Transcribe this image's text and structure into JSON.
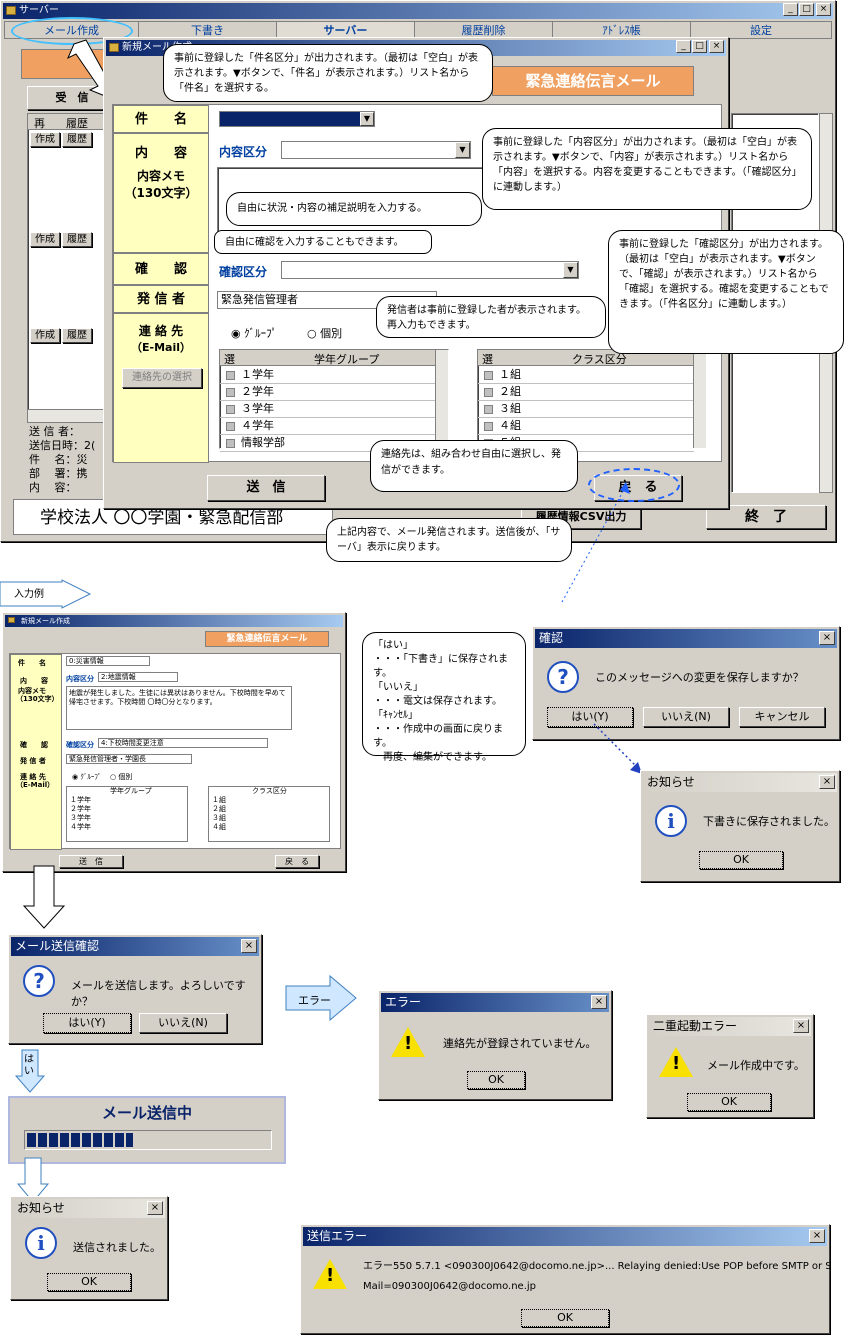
{
  "main_window": {
    "title": "サーバー",
    "tabs": [
      "メール作成",
      "下書き",
      "サーバー",
      "履歴削除",
      "ｱﾄﾞﾚｽ帳",
      "設定"
    ],
    "receive_label": "受　信",
    "col_headers": [
      "再",
      "履歴"
    ],
    "row_labels": [
      "作成",
      "履歴"
    ],
    "detail_lines": [
      "送 信 者：",
      "送信日時：2(",
      "件　 名：災",
      "部　 署：携",
      "内　 容："
    ],
    "footer_title": "学校法人 〇〇学園・緊急配信部",
    "csv_button": "履歴情報CSV出力",
    "exit_button": "終　了"
  },
  "compose": {
    "title": "新規メール作成",
    "header_banner": "緊急連絡伝言メール",
    "labels": {
      "subject": "件　　名",
      "content": "内　　容",
      "memo": "内容メモ",
      "memo_limit": "（130文字）",
      "confirm": "確　　認",
      "sender": "発 信 者",
      "contact": "連 絡 先",
      "contact_sub": "（E-Mail）"
    },
    "content_category_label": "内容区分",
    "confirm_category_label": "確認区分",
    "sender_value": "緊急発信管理者",
    "radio_group": "ｸﾞﾙｰﾌﾟ",
    "radio_individual": "個別",
    "select_contact_button": "連絡先の選択",
    "col_select": "選",
    "group_header": "学年グループ",
    "class_header": "クラス区分",
    "groups": [
      "１学年",
      "２学年",
      "３学年",
      "４学年",
      "情報学部"
    ],
    "classes": [
      "１組",
      "２組",
      "３組",
      "４組",
      "５組"
    ],
    "send_button": "送　信",
    "back_button": "戻　る"
  },
  "callouts": {
    "subject": "事前に登録した「件名区分」が出力されます。（最初は「空白」が表示されます。▼ボタンで、「件名」が表示されます。）リスト名から「件名」を選択する。",
    "content": "事前に登録した「内容区分」が出力されます。（最初は「空白」が表示されます。▼ボタンで、「内容」が表示されます。）リスト名から「内容」を選択する。内容を変更することもできます。（「確認区分」に連動します。）",
    "memo": "自由に状況・内容の補足説明を入力する。",
    "confirm_free": "自由に確認を入力することもできます。",
    "confirm": "事前に登録した「確認区分」が出力されます。（最初は「空白」が表示されます。▼ボタンで、「確認」が表示されます。）リスト名から「確認」を選択する。確認を変更することもできます。（「件名区分」に連動します。）",
    "sender": "発信者は事前に登録した者が表示されます。再入力もできます。",
    "contacts": "連絡先は、組み合わせ自由に選択し、発信ができます。",
    "send": "上記内容で、メール発信されます。送信後が、「サーバ」表示に戻ります。",
    "buttons": "「はい」\n・・・「下書き」に保存されます。\n「いいえ」\n・・・電文は保存されます。\n「ｷｬﾝｾﾙ」\n・・・作成中の画面に戻ります。\n　再度、編集ができます。"
  },
  "example": {
    "label": "入力例",
    "title": "新規メール作成",
    "banner": "緊急連絡伝言メール",
    "subject_value": "0:災害情報",
    "content_category_value": "2:地震情報",
    "memo_value": "地震が発生しました。生徒には異状はありません。下校時間を早めて帰宅させます。下校時間 〇時〇分となります。",
    "confirm_category_value": "4:下校時間変更注意",
    "sender_value": "緊急発信管理者・学園長",
    "send_button": "送　信",
    "back_button": "戻　る"
  },
  "dialogs": {
    "confirm_save": {
      "title": "確認",
      "message": "このメッセージへの変更を保存しますか？",
      "yes": "はい(Y)",
      "no": "いいえ(N)",
      "cancel": "キャンセル"
    },
    "draft_saved": {
      "title": "お知らせ",
      "message": "下書きに保存されました。",
      "ok": "OK"
    },
    "send_confirm": {
      "title": "メール送信確認",
      "message": "メールを送信します。よろしいですか？",
      "yes": "はい(Y)",
      "no": "いいえ(N)"
    },
    "error_label": "エラー",
    "error": {
      "title": "エラー",
      "message": "連絡先が登録されていません。",
      "ok": "OK"
    },
    "double_start": {
      "title": "二重起動エラー",
      "message": "メール作成中です。",
      "ok": "OK"
    },
    "yes_label": "はい",
    "progress": {
      "title": "メール送信中",
      "progress_fraction": 0.44
    },
    "sent": {
      "title": "お知らせ",
      "message": "送信されました。",
      "ok": "OK"
    },
    "send_error": {
      "title": "送信エラー",
      "line1": "エラー550 5.7.1 <090300J0642@docomo.ne.jp>... Relaying denied:Use POP before SMTP or S",
      "line2": "Mail=090300J0642@docomo.ne.jp",
      "ok": "OK"
    }
  }
}
